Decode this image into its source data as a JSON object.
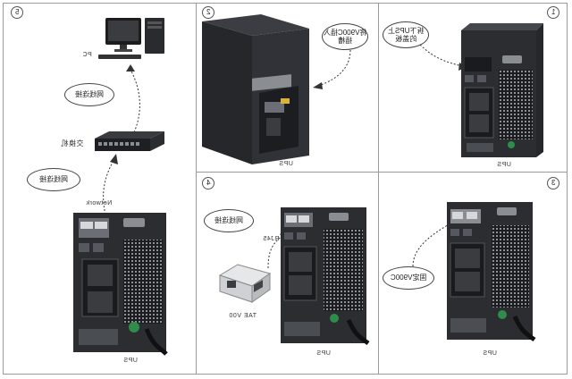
{
  "panels": {
    "p1": {
      "number": "1",
      "bubble": "拆下UPS上\n的盖板",
      "caption": "UPS"
    },
    "p2": {
      "number": "2",
      "bubble": "将V900C插入\n插槽",
      "caption": "UPS"
    },
    "p3": {
      "number": "3",
      "bubble": "固定V900C",
      "caption": "UPS"
    },
    "p4": {
      "number": "4",
      "bubble": "网线连接",
      "caption": "UPS",
      "device_label": "TAE V00",
      "port_label": "RJ45"
    },
    "p5": {
      "number": "5",
      "pc_label": "PC",
      "switch_label": "交换机",
      "network_label": "Network",
      "bubble_top": "网线连接",
      "bubble_mid": "网线连接",
      "caption": "UPS"
    }
  },
  "colors": {
    "line": "#9a9a9a",
    "ups_body": "#2b2d31",
    "ups_grille": "#6b6e74",
    "card": "#8a8d92"
  }
}
